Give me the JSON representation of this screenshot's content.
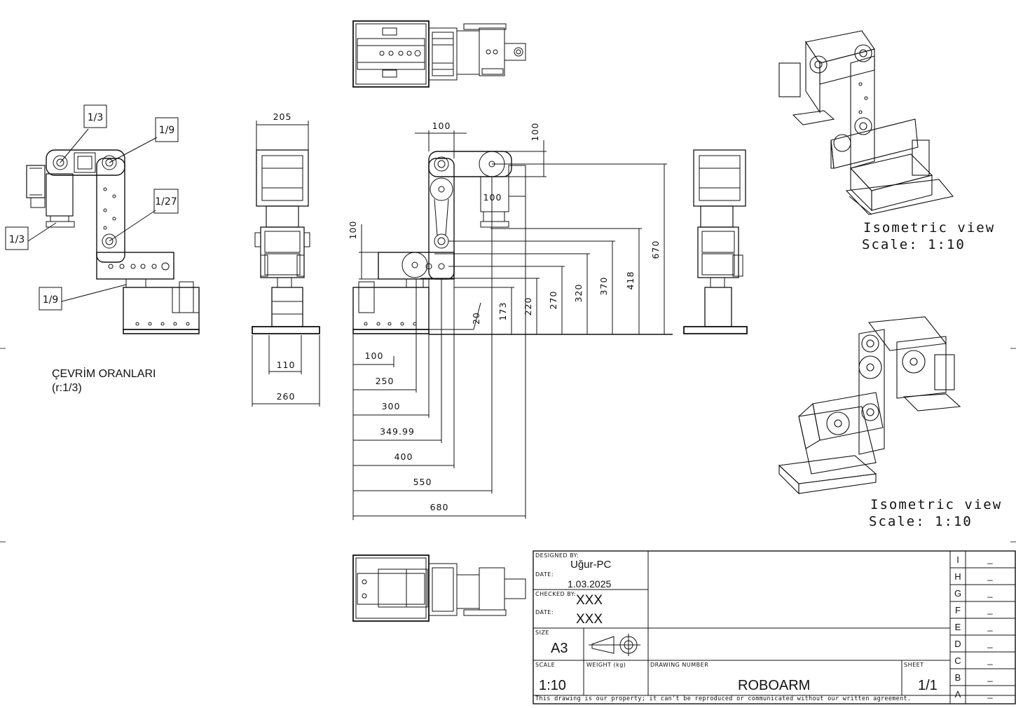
{
  "ratios": {
    "title": "ÇEVRİM ORANLARI",
    "subtitle": "(r:1/3)",
    "callouts": [
      "1/3",
      "1/9",
      "1/27",
      "1/3",
      "1/9"
    ]
  },
  "side_view_dims": {
    "top_width": "205",
    "base_inner": "110",
    "base_outer": "260"
  },
  "front_view_dims": {
    "top_horizontal": "100",
    "top_vertical": "100",
    "pulley_offset": "100",
    "left_vertical": "100",
    "small_offset": "20",
    "heights": [
      "173",
      "220",
      "270",
      "320",
      "370",
      "418",
      "670"
    ],
    "reaches": [
      "100",
      "250",
      "300",
      "349.99",
      "400",
      "550",
      "680"
    ]
  },
  "iso_views": [
    {
      "label": "Isometric view",
      "scale": "Scale:  1:10"
    },
    {
      "label": "Isometric view",
      "scale": "Scale:  1:10"
    }
  ],
  "title_block": {
    "designed_by_label": "DESIGNED BY:",
    "designed_by": "Uğur-PC",
    "date_label": "DATE:",
    "date": "1.03.2025",
    "checked_by_label": "CHECKED BY:",
    "checked_by": "XXX",
    "date2_label": "DATE:",
    "date2": "XXX",
    "size_label": "SIZE",
    "size": "A3",
    "scale_label": "SCALE",
    "scale": "1:10",
    "weight_label": "WEIGHT (kg)",
    "drawing_number_label": "DRAWING NUMBER",
    "drawing_number": "ROBOARM",
    "sheet_label": "SHEET",
    "sheet": "1/1",
    "footer": "This drawing is our property; it can't be reproduced or communicated without our written agreement.",
    "revisions": [
      "I",
      "H",
      "G",
      "F",
      "E",
      "D",
      "C",
      "B",
      "A"
    ],
    "revision_values": [
      "_",
      "_",
      "_",
      "_",
      "_",
      "_",
      "_",
      "_",
      "_"
    ]
  }
}
